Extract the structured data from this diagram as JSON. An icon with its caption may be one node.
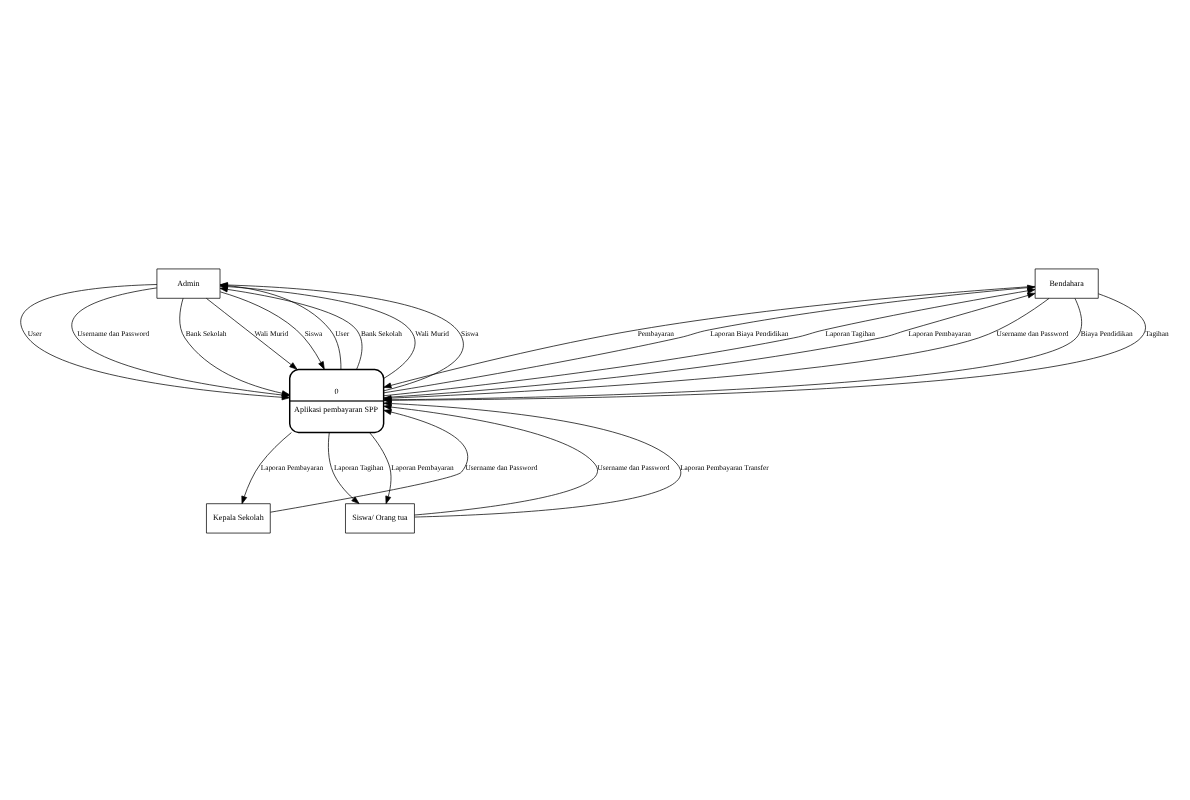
{
  "diagram": {
    "nodes": [
      {
        "text": [
          "Admin"
        ]
      },
      {
        "text": [
          "0",
          "Aplikasi pembayaran SPP"
        ]
      },
      {
        "text": [
          "Bendahara"
        ]
      },
      {
        "text": [
          "Kepala Sekolah"
        ]
      },
      {
        "text": [
          "Siswa/ Orang tua"
        ]
      }
    ],
    "edges": [
      {
        "from": 0,
        "to": 1,
        "arrow": "to",
        "label": "User"
      },
      {
        "from": 0,
        "to": 1,
        "arrow": "to",
        "label": "Username dan Password"
      },
      {
        "from": 0,
        "to": 1,
        "arrow": "to",
        "label": "Bank Sekolah"
      },
      {
        "from": 0,
        "to": 1,
        "arrow": "to",
        "label": "Wali Murid"
      },
      {
        "from": 0,
        "to": 1,
        "arrow": "to",
        "label": "Siswa"
      },
      {
        "from": 2,
        "to": 1,
        "arrow": "to",
        "label": "Username dan Password"
      },
      {
        "from": 2,
        "to": 1,
        "arrow": "to",
        "label": "Biaya Pendidikan"
      },
      {
        "from": 2,
        "to": 1,
        "arrow": "to",
        "label": "Tagihan"
      },
      {
        "from": 2,
        "to": 1,
        "arrow": "to",
        "label": "Pembayaran"
      },
      {
        "from": 1,
        "to": 0,
        "arrow": "to",
        "label": "User"
      },
      {
        "from": 1,
        "to": 0,
        "arrow": "to",
        "label": "Bank Sekolah"
      },
      {
        "from": 1,
        "to": 0,
        "arrow": "to",
        "label": "Wali Murid"
      },
      {
        "from": 1,
        "to": 0,
        "arrow": "to",
        "label": "Siswa"
      },
      {
        "from": 1,
        "to": 2,
        "arrow": "to",
        "label": "Laporan Biaya Pendidikan"
      },
      {
        "from": 1,
        "to": 2,
        "arrow": "to",
        "label": "Laporan Tagihan"
      },
      {
        "from": 1,
        "to": 2,
        "arrow": "to",
        "label": "Laporan Pembayaran"
      },
      {
        "from": 4,
        "to": 1,
        "arrow": "to",
        "label": "Username dan Password"
      },
      {
        "from": 3,
        "to": 1,
        "arrow": "to",
        "label": "Username dan Password"
      },
      {
        "from": 1,
        "to": 3,
        "arrow": "to",
        "label": "Laporan Pembayaran"
      },
      {
        "from": 1,
        "to": 4,
        "arrow": "to",
        "label": "Laporan Tagihan"
      },
      {
        "from": 4,
        "to": 1,
        "arrow": "to",
        "label": "Laporan Pembayaran Transfer"
      },
      {
        "from": 1,
        "to": 4,
        "arrow": "to",
        "label": "Laporan Pembayaran"
      }
    ]
  }
}
